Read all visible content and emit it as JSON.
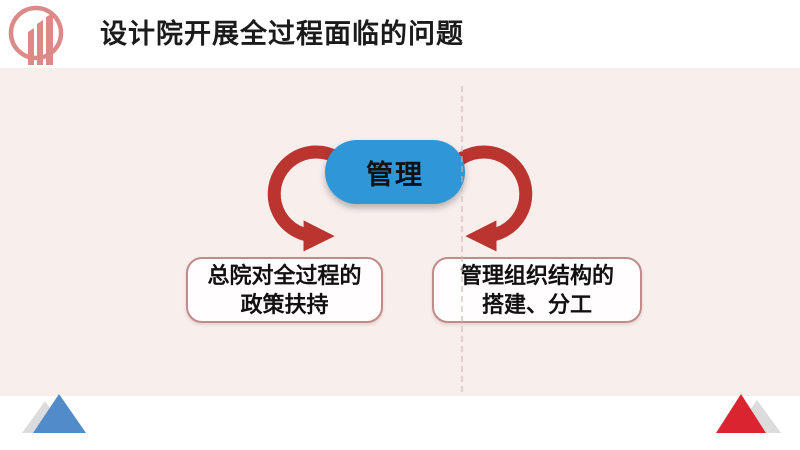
{
  "slide": {
    "header": {
      "title": "设计院开展全过程面临的问题"
    },
    "logo": {
      "icon": "building-columns-logo"
    },
    "diagram": {
      "root_label": "管理",
      "left_box": {
        "line1": "总院对全过程的",
        "line2": "政策扶持"
      },
      "right_box": {
        "line1": "管理组织结构的",
        "line2": "搭建、分工"
      }
    },
    "colors": {
      "content_background": "#f8efed",
      "pill_blue": "#2f97d7",
      "arrow_red": "#bb3530",
      "box_border_rose": "#c08b89",
      "logo_pink": "#db8a87",
      "triangle_blue": "#528bc9",
      "triangle_red": "#da2430",
      "triangle_gray": "#dcdcdc"
    }
  }
}
